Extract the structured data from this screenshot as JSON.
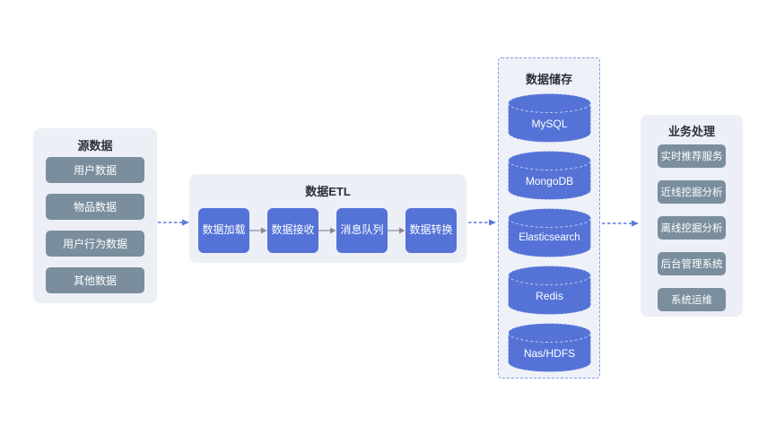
{
  "diagram": {
    "source": {
      "title": "源数据",
      "items": [
        "用户数据",
        "物品数据",
        "用户行为数据",
        "其他数据"
      ]
    },
    "etl": {
      "title": "数据ETL",
      "steps": [
        "数据加载",
        "数据接收",
        "消息队列",
        "数据转换"
      ]
    },
    "storage": {
      "title": "数据储存",
      "databases": [
        "MySQL",
        "MongoDB",
        "Elasticsearch",
        "Redis",
        "Nas/HDFS"
      ]
    },
    "business": {
      "title": "业务处理",
      "items": [
        "实时推荐服务",
        "近线挖掘分析",
        "离线挖掘分析",
        "后台管理系统",
        "系统运维"
      ]
    },
    "colors": {
      "panel_bg": "#EDEFF6",
      "node_blue": "#5573D7",
      "node_gray": "#7A8E9D",
      "arrow_blue": "#5B79DB",
      "arrow_gray": "#8A8A94",
      "storage_border": "#8A99E3",
      "title_text": "#2B2F3A",
      "node_text": "#FFFFFF"
    }
  }
}
